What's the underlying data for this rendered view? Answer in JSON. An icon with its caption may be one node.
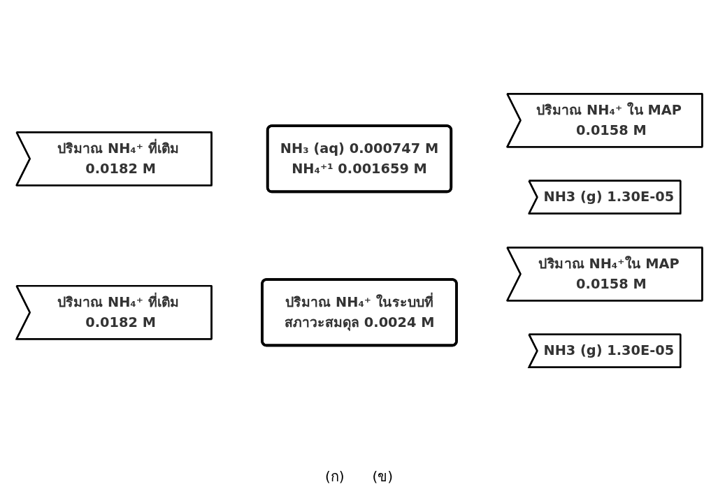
{
  "diagram": {
    "nodes": [
      {
        "text": [
          "ปริมาณ NH₄⁺ ที่เติม 0.0182 M"
        ]
      },
      {
        "text": [
          "NH₃ (aq) 0.000747 M",
          "NH₄⁺¹ 0.001659 M"
        ]
      },
      {
        "text": [
          "ปริมาณ NH₄⁺ ใน MAP 0.0158 M"
        ]
      },
      {
        "text": [
          "NH3 (g) 1.30E-05"
        ]
      },
      {
        "text": [
          "ปริมาณ NH₄⁺ ที่เติม 0.0182 M"
        ]
      },
      {
        "text": [
          "ปริมาณ NH₄⁺ ในระบบที่สภาวะสมดุล 0.0024 M"
        ]
      },
      {
        "text": [
          "ปริมาณ NH₄⁺ใน MAP 0.0158 M"
        ]
      },
      {
        "text": [
          "NH3 (g) 1.30E-05"
        ]
      }
    ],
    "labels": [
      "(ก)",
      "(ข)"
    ]
  }
}
